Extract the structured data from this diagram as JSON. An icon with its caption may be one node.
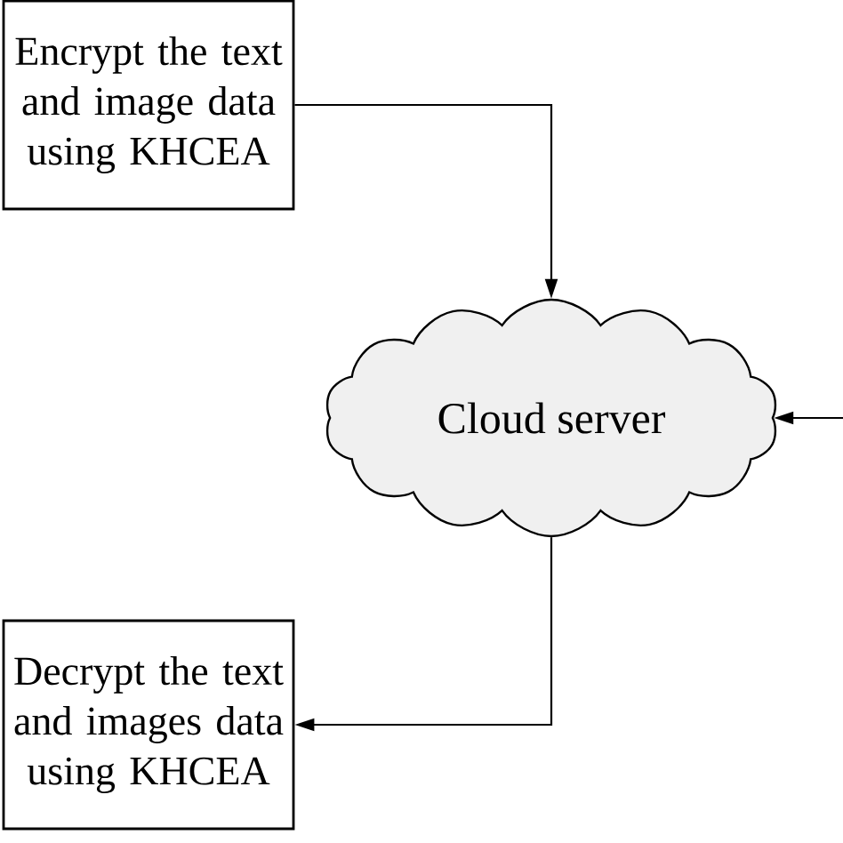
{
  "diagram": {
    "nodes": [
      {
        "text": [
          "Encrypt the text and image data using KHCEA"
        ]
      },
      {
        "text": [
          "Cloud server"
        ]
      },
      {
        "text": [
          "Decrypt the text and images data using KHCEA"
        ]
      }
    ],
    "edges": [
      {
        "from": 0,
        "to": 1,
        "arrow": "to"
      },
      {
        "from": null,
        "to": 1,
        "arrow": "to"
      },
      {
        "from": 1,
        "to": 2,
        "arrow": "to"
      }
    ]
  }
}
